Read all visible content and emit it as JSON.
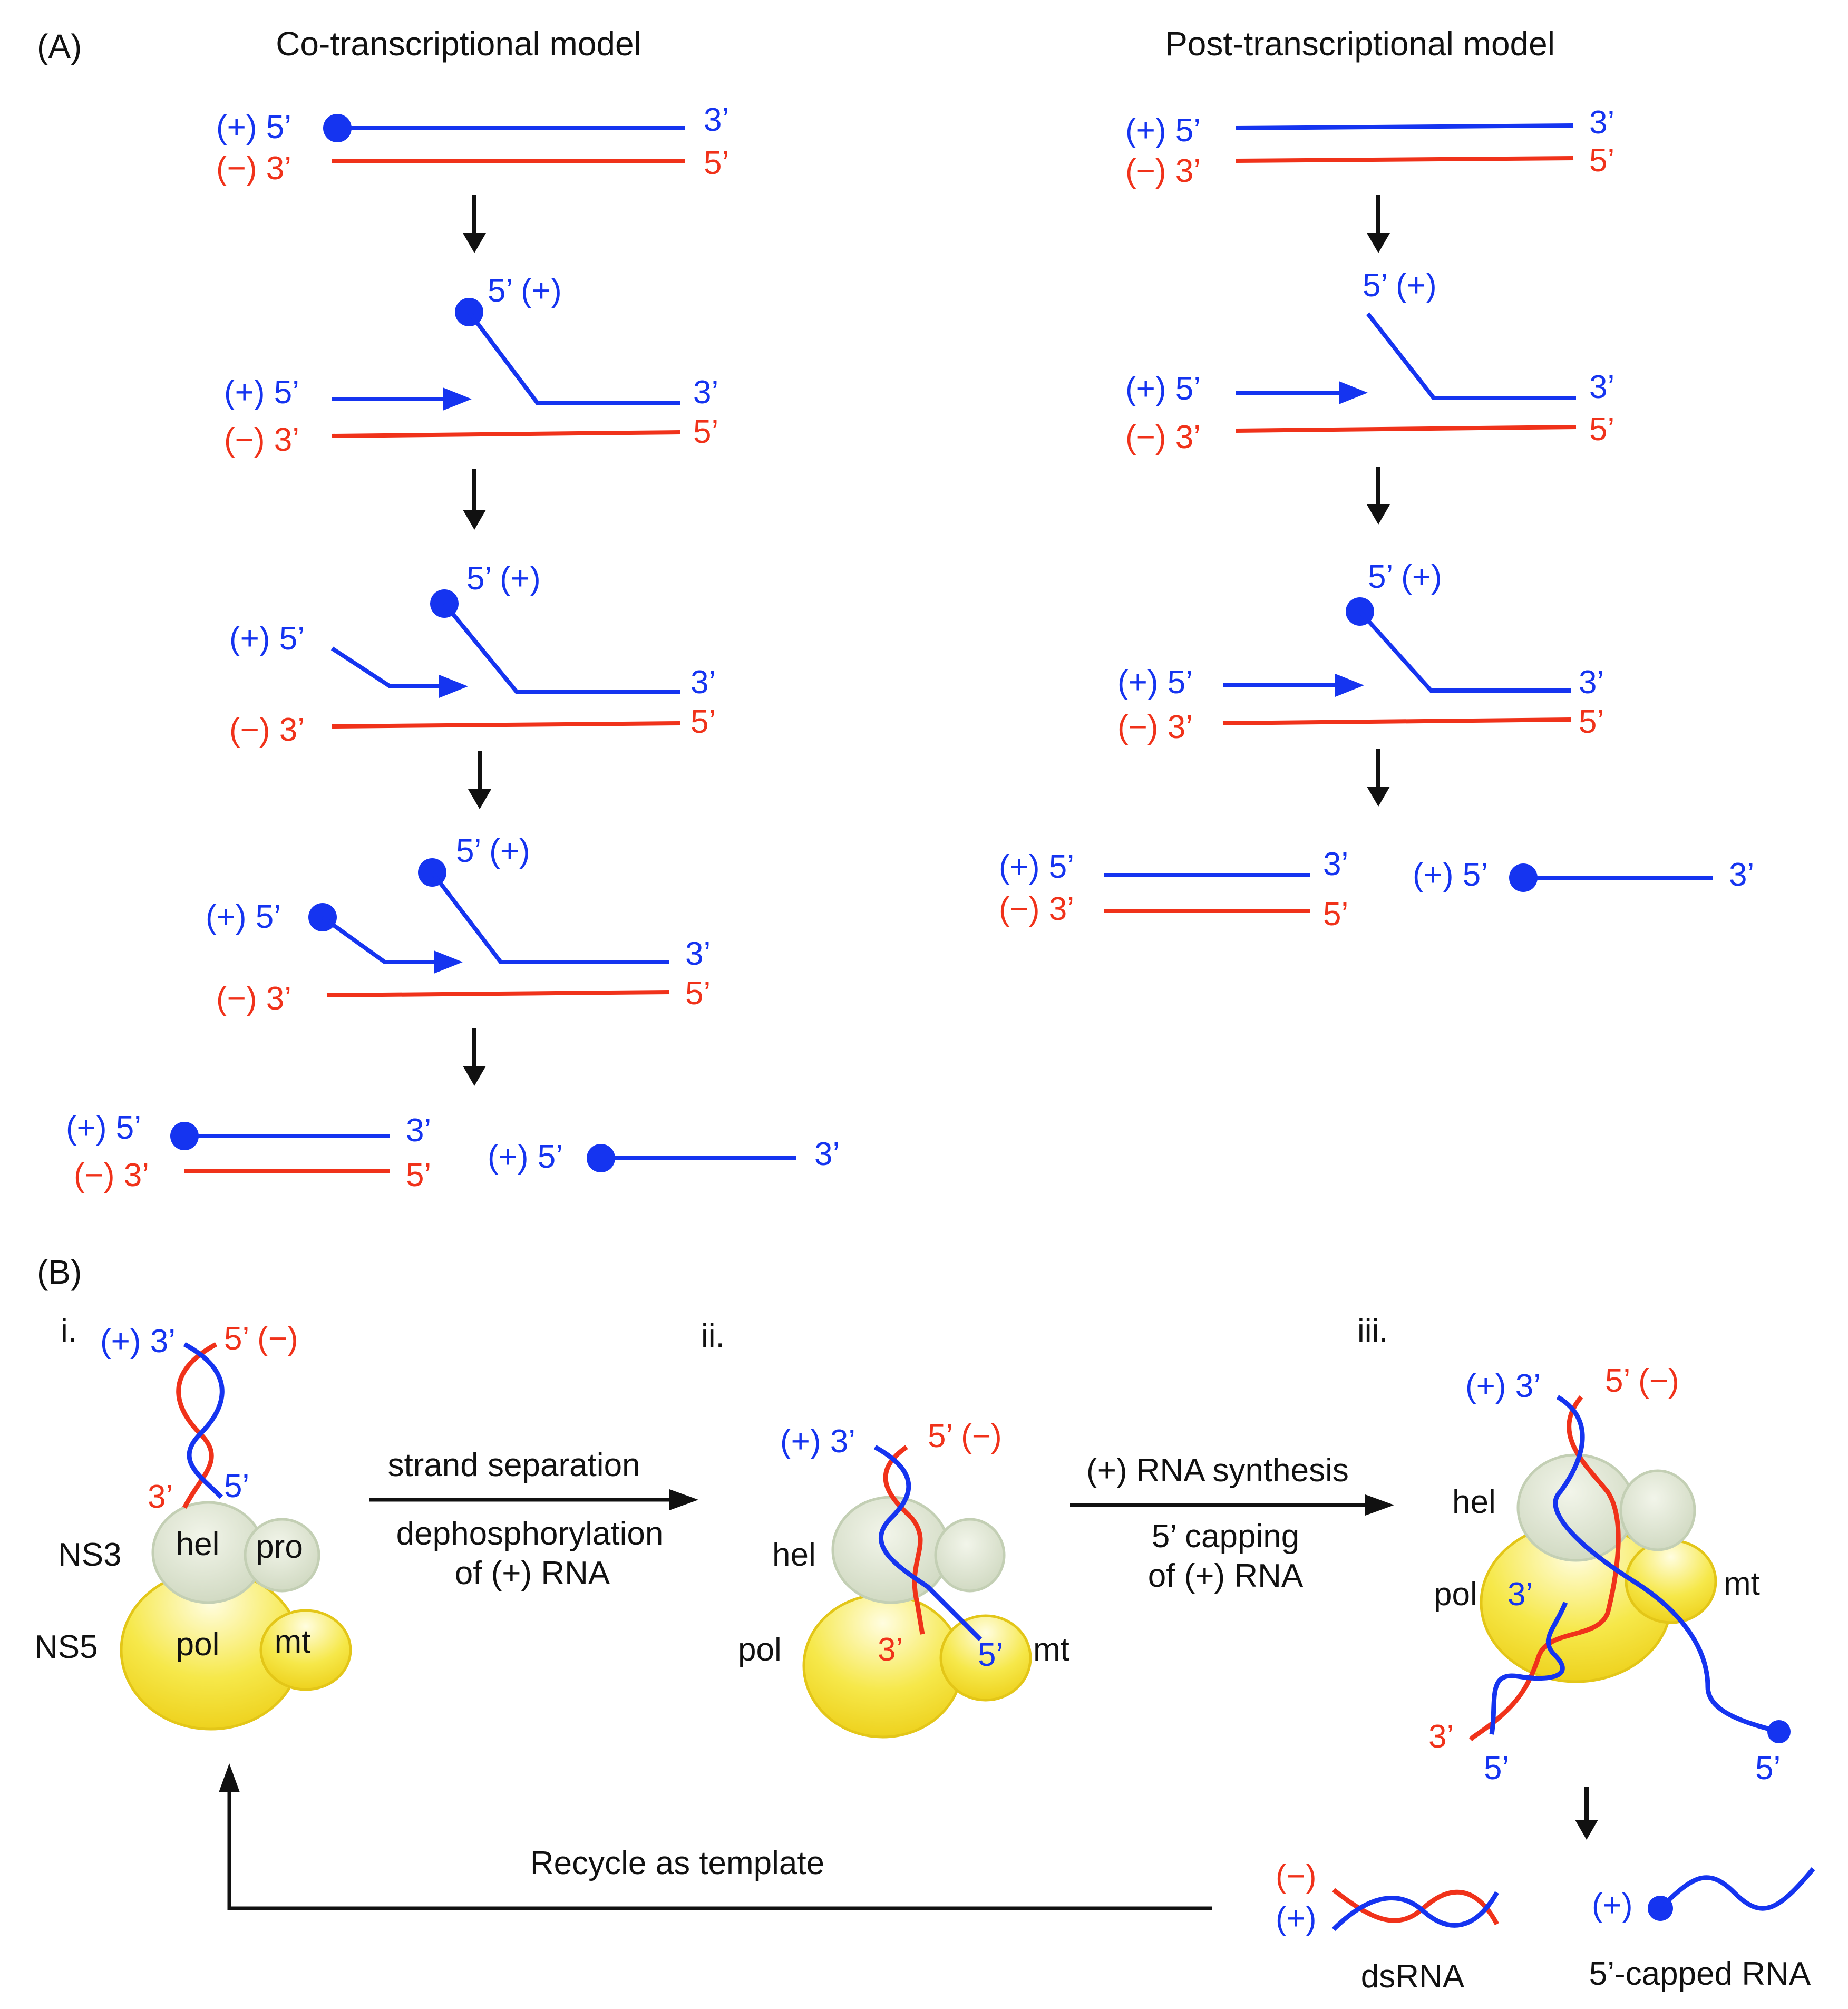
{
  "panel_a": {
    "label": "(A)",
    "left_title": "Co-transcriptional model",
    "right_title": "Post-transcriptional model"
  },
  "strand_labels": {
    "plus5": "(+) 5’",
    "minus3": "(−) 3’",
    "three": "3’",
    "five": "5’",
    "five_plus": "5’ (+)",
    "five_minus": "5’ (−)",
    "plus3": "(+) 3’",
    "plus": "(+)",
    "minus": "(−)"
  },
  "panel_b": {
    "label": "(B)",
    "steps": [
      "i.",
      "ii.",
      "iii."
    ],
    "proteins": {
      "ns3": "NS3",
      "ns5": "NS5",
      "hel": "hel",
      "pro": "pro",
      "pol": "pol",
      "mt": "mt"
    },
    "arrow1_top": "strand separation",
    "arrow1_bottom_1": "dephosphorylation",
    "arrow1_bottom_2": "of (+) RNA",
    "arrow2_top": "(+) RNA synthesis",
    "arrow2_bottom_1": "5’ capping",
    "arrow2_bottom_2": "of (+) RNA",
    "recycle": "Recycle as template",
    "product_ds": "dsRNA",
    "product_capped": "5’-capped RNA"
  },
  "colors": {
    "plus_strand": "#1534f0",
    "minus_strand": "#f0321a",
    "ns3_fill": "#dfe6d2",
    "ns5_fill": "#f3e23a"
  }
}
